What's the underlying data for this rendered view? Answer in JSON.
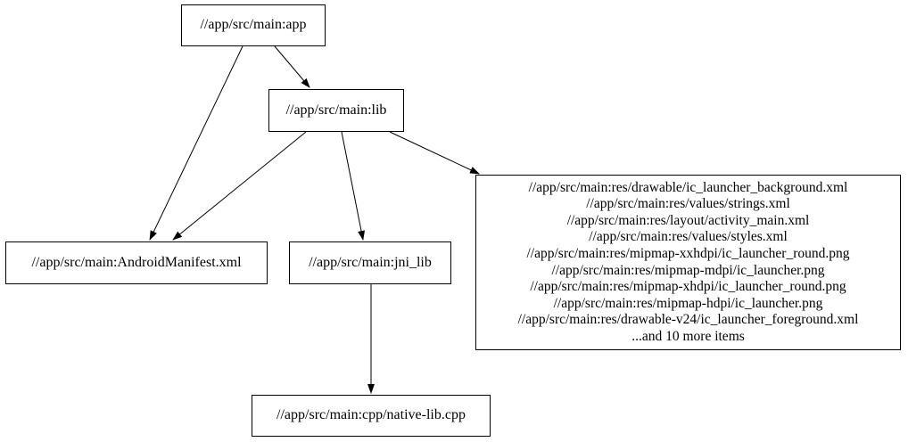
{
  "graph": {
    "colors": {
      "background": "#ffffff",
      "node_border": "#000000",
      "text": "#000000",
      "edge": "#000000"
    },
    "nodes": {
      "app": {
        "label": "//app/src/main:app"
      },
      "lib": {
        "label": "//app/src/main:lib"
      },
      "manifest": {
        "label": "//app/src/main:AndroidManifest.xml"
      },
      "jni_lib": {
        "label": "//app/src/main:jni_lib"
      },
      "native_cpp": {
        "label": "//app/src/main:cpp/native-lib.cpp"
      },
      "res_group": {
        "lines": [
          "//app/src/main:res/drawable/ic_launcher_background.xml",
          "//app/src/main:res/values/strings.xml",
          "//app/src/main:res/layout/activity_main.xml",
          "//app/src/main:res/values/styles.xml",
          "//app/src/main:res/mipmap-xxhdpi/ic_launcher_round.png",
          "//app/src/main:res/mipmap-mdpi/ic_launcher.png",
          "//app/src/main:res/mipmap-xhdpi/ic_launcher_round.png",
          "//app/src/main:res/mipmap-hdpi/ic_launcher.png",
          "//app/src/main:res/drawable-v24/ic_launcher_foreground.xml",
          "...and 10 more items"
        ]
      }
    },
    "edges": [
      {
        "from": "app",
        "to": "lib"
      },
      {
        "from": "app",
        "to": "manifest"
      },
      {
        "from": "lib",
        "to": "manifest"
      },
      {
        "from": "lib",
        "to": "jni_lib"
      },
      {
        "from": "lib",
        "to": "res_group"
      },
      {
        "from": "jni_lib",
        "to": "native_cpp"
      }
    ]
  }
}
